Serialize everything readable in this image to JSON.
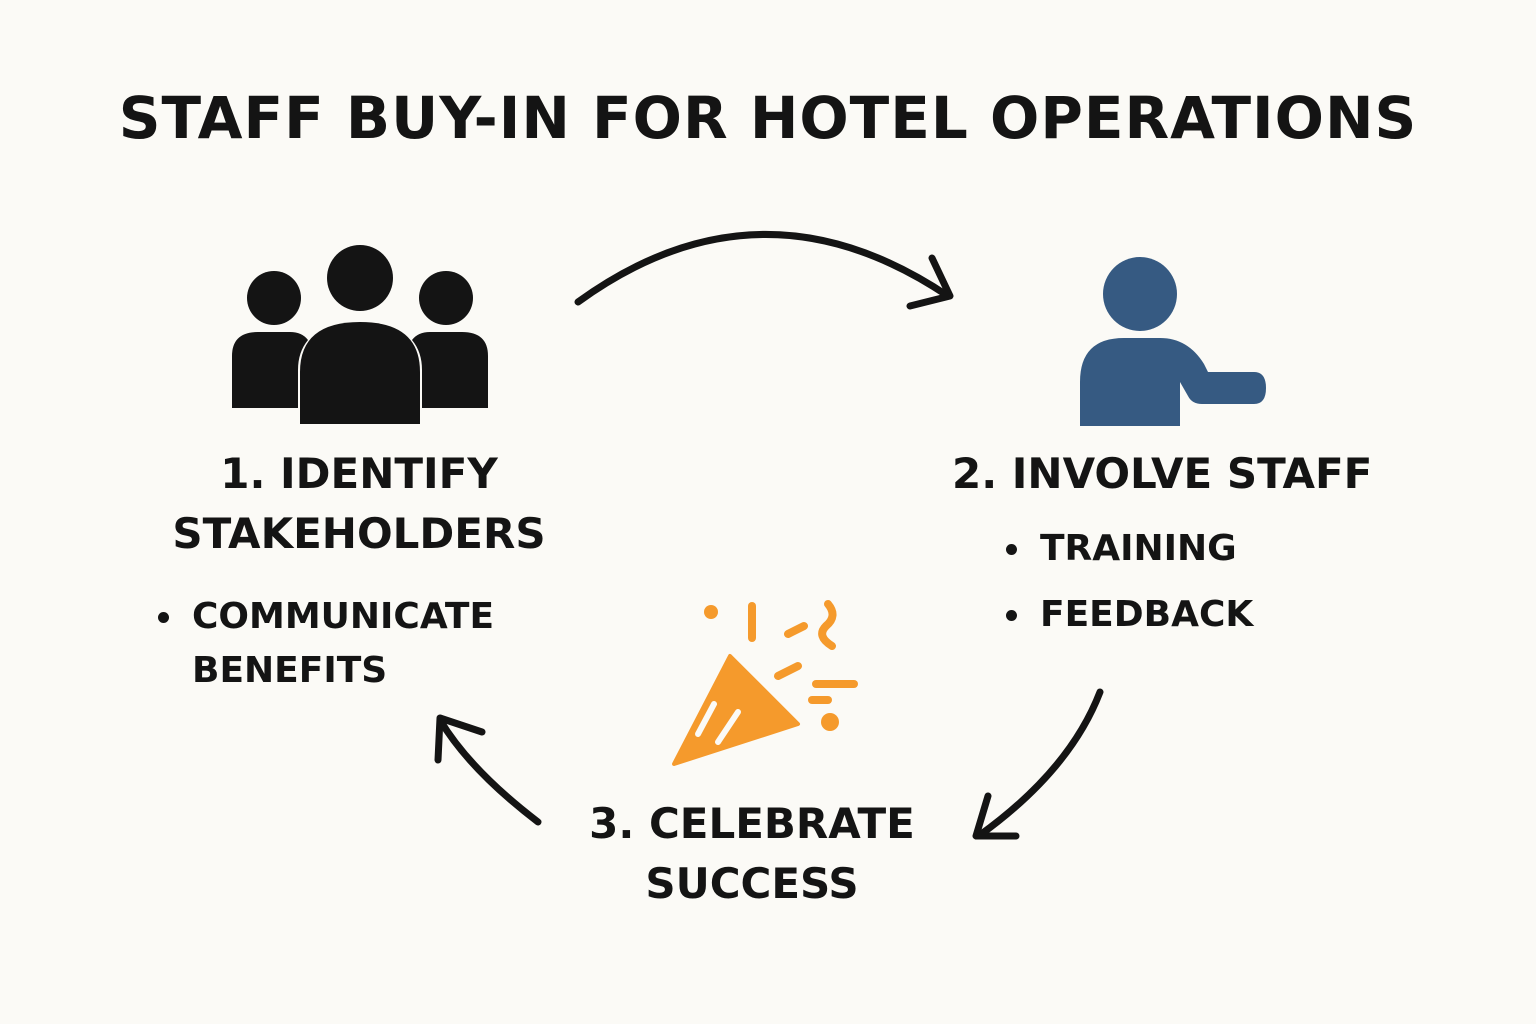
{
  "title": "STAFF BUY-IN FOR HOTEL OPERATIONS",
  "colors": {
    "background": "#fbfaf6",
    "text": "#141414",
    "people_icon": "#141414",
    "person_icon": "#365a82",
    "celebrate_icon": "#f59a2c"
  },
  "steps": [
    {
      "label_line1": "1. IDENTIFY",
      "label_line2": "STAKEHOLDERS",
      "icon": "group-people-icon",
      "bullets": [
        "COMMUNICATE",
        "BENEFITS"
      ]
    },
    {
      "label_line1": "2. INVOLVE STAFF",
      "icon": "person-pointing-icon",
      "bullets": [
        "TRAINING",
        "FEEDBACK"
      ]
    },
    {
      "label_line1": "3. CELEBRATE",
      "label_line2": "SUCCESS",
      "icon": "party-popper-icon"
    }
  ]
}
